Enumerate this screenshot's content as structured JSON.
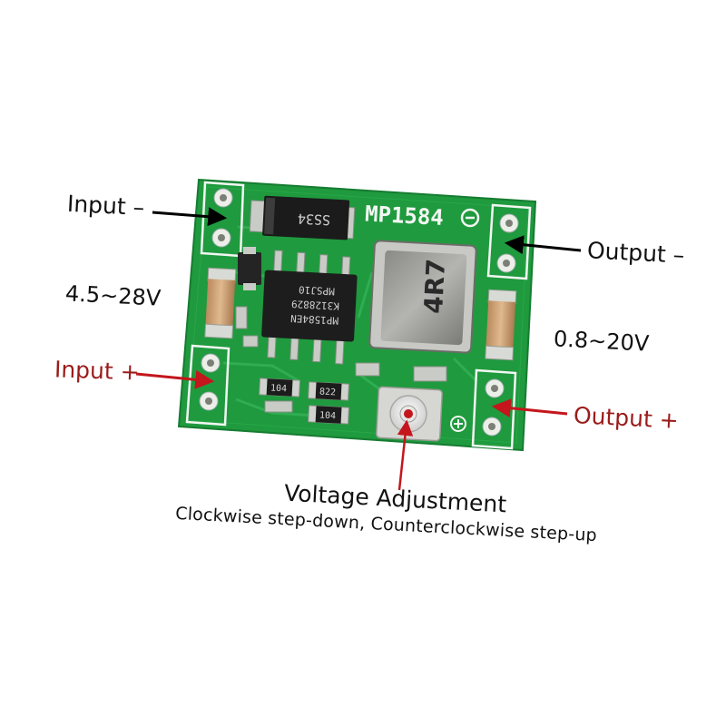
{
  "labels": {
    "input_minus": "Input –",
    "input_range": "4.5~28V",
    "input_plus": "Input +",
    "output_minus": "Output –",
    "output_range": "0.8~20V",
    "output_plus": "Output +",
    "adjust_title": "Voltage Adjustment",
    "adjust_desc": "Clockwise step-down, Counterclockwise step-up"
  },
  "board": {
    "silkscreen_title": "MP1584",
    "diode_marking": "SS34",
    "inductor_marking": "4R7",
    "ic_marking_line1": "MP1584EN",
    "ic_marking_line2": "K3128829",
    "ic_marking_line3": "MPSJ10",
    "resistor_1": "104",
    "resistor_2": "822",
    "resistor_3": "104"
  },
  "colors": {
    "pcb": "#1f9a3e",
    "pcb_dark": "#167c31",
    "silkscreen": "#f2f6f2",
    "label_black": "#111111",
    "label_red": "#9b1b1b",
    "arrow_red": "#c4161c",
    "arrow_black": "#000000"
  }
}
